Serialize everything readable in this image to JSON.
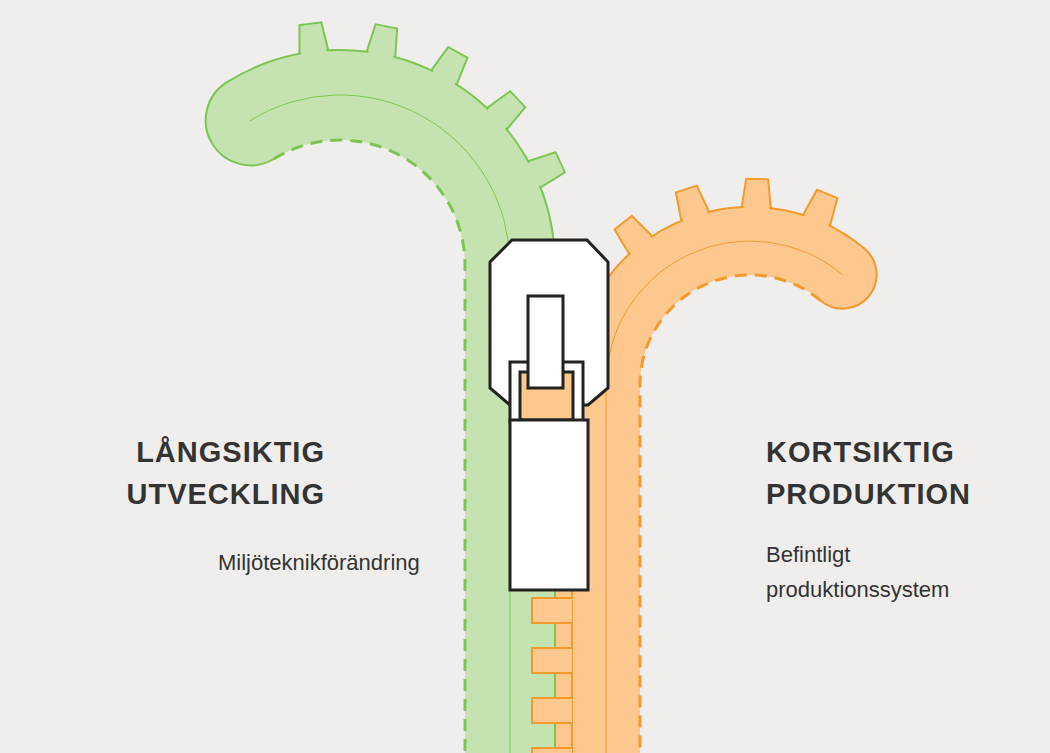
{
  "diagram": {
    "labels": [
      "LÅNGSIKTIG UTVECKLING",
      "Miljöteknikförändring",
      "KORTSIKTIG PRODUKTION",
      "Befintligt produktionssystem"
    ]
  }
}
